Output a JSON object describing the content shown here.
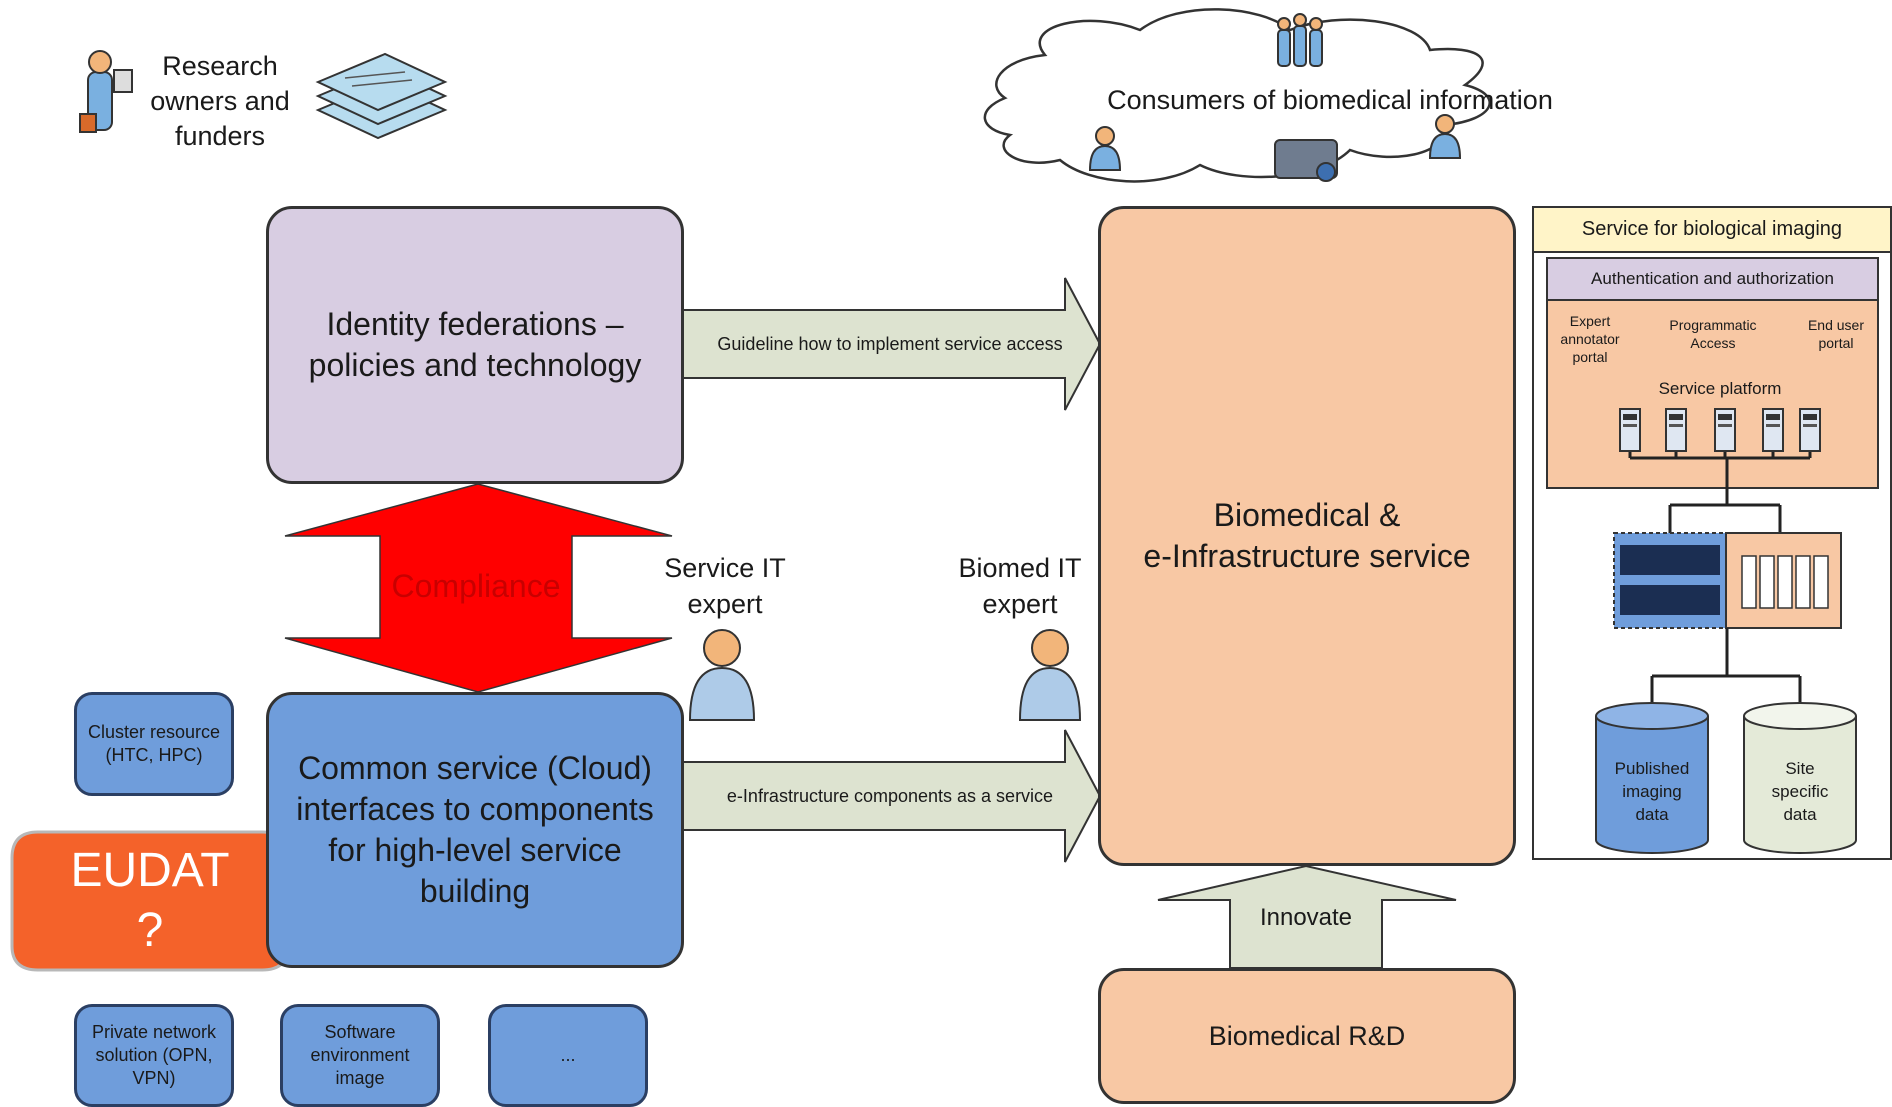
{
  "actors": {
    "research_owners": "Research\nowners and\nfunders",
    "consumers": "Consumers of biomedical information",
    "service_it_expert": "Service IT\nexpert",
    "biomed_it_expert": "Biomed IT\nexpert"
  },
  "boxes": {
    "identity": "Identity federations –\npolicies and technology",
    "common": "Common service (Cloud)\ninterfaces to components\nfor high-level service\nbuilding",
    "biomedical_service": "Biomedical &\ne-Infrastructure service",
    "biomedical_rd": "Biomedical R&D",
    "cluster": "Cluster resource\n(HTC, HPC)",
    "private_network": "Private network\nsolution (OPN,\nVPN)",
    "software_env": "Software\nenvironment\nimage",
    "ellipsis": "..."
  },
  "arrows": {
    "guideline": "Guideline how to implement service access",
    "components": "e-Infrastructure components as a service",
    "compliance": "Compliance",
    "innovate": "Innovate"
  },
  "callout": {
    "text": "EUDAT\n?"
  },
  "imaging": {
    "title": "Service for biological imaging",
    "auth": "Authentication and authorization",
    "expert_portal": "Expert\nannotator\nportal",
    "programmatic": "Programmatic\nAccess",
    "end_user_portal": "End user\nportal",
    "platform": "Service platform",
    "published": "Published\nimaging\ndata",
    "site_specific": "Site\nspecific\ndata"
  },
  "colors": {
    "purple": "#d8cde2",
    "blue": "#6f9ddb",
    "peach": "#f8c8a4",
    "arrow_fill": "#dde3d0",
    "compliance_red": "#ff0000",
    "callout_orange": "#f4622a",
    "title_yellow": "#fff4c8"
  }
}
